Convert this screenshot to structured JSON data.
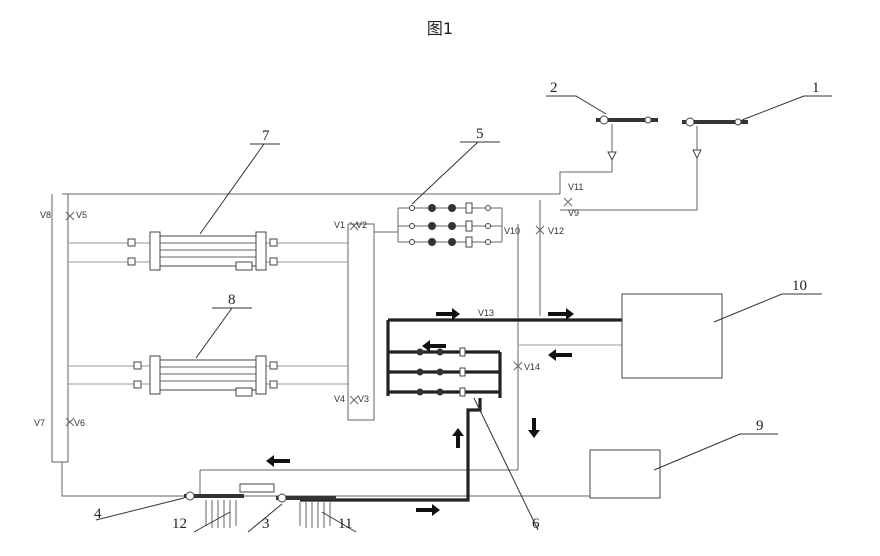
{
  "figure": {
    "title": "图1"
  },
  "components": [
    {
      "id": "1",
      "label": "1"
    },
    {
      "id": "2",
      "label": "2"
    },
    {
      "id": "3",
      "label": "3"
    },
    {
      "id": "4",
      "label": "4"
    },
    {
      "id": "5",
      "label": "5"
    },
    {
      "id": "6",
      "label": "6"
    },
    {
      "id": "7",
      "label": "7"
    },
    {
      "id": "8",
      "label": "8"
    },
    {
      "id": "9",
      "label": "9"
    },
    {
      "id": "10",
      "label": "10"
    },
    {
      "id": "11",
      "label": "11"
    },
    {
      "id": "12",
      "label": "12"
    }
  ],
  "valves": {
    "V1": "V1",
    "V2": "V2",
    "V3": "V3",
    "V4": "V4",
    "V5": "V5",
    "V6": "V6",
    "V7": "V7",
    "V8": "V8",
    "V9": "V9",
    "V10": "V10",
    "V11": "V11",
    "V12": "V12",
    "V13": "V13",
    "V14": "V14"
  },
  "colors": {
    "line": "#666666",
    "thick_pipe": "#222222",
    "background": "#ffffff"
  }
}
